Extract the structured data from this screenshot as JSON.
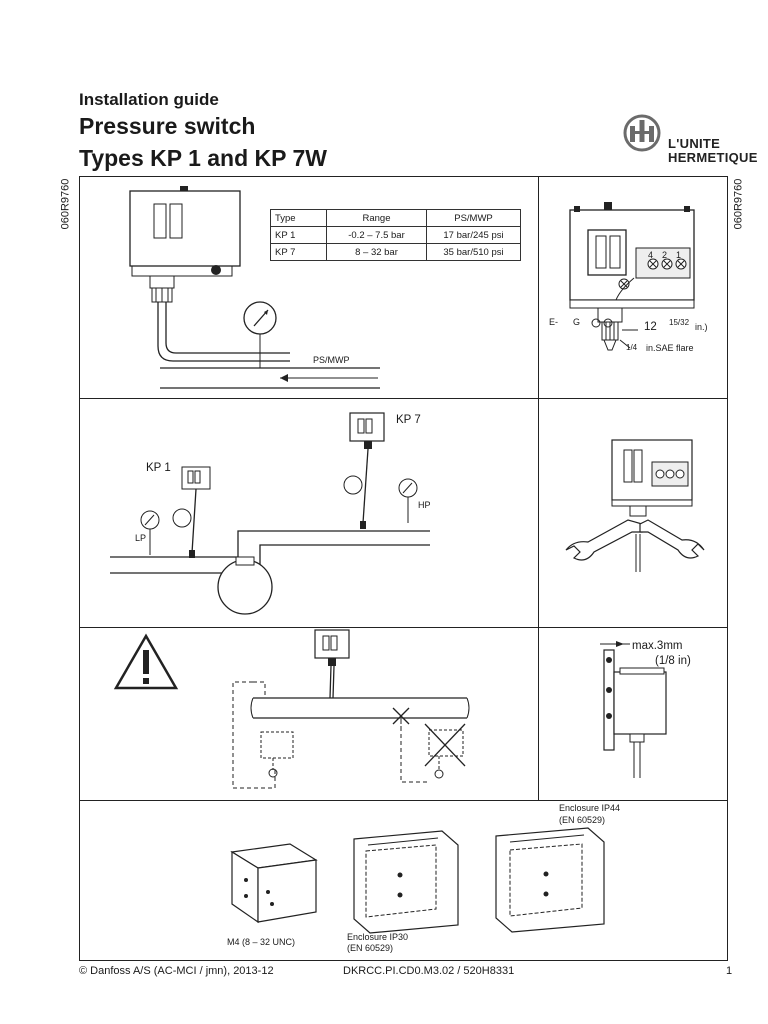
{
  "header": {
    "guide_label": "Installation guide",
    "title_line1": "Pressure switch",
    "title_line2": "Types KP 1 and KP 7W",
    "doc_code": "060R9760"
  },
  "logo": {
    "line1": "L'UNITE",
    "line2": "HERMETIQUE",
    "icon": "lunite-hermetique-logo"
  },
  "spec_table": {
    "headers": [
      "Type",
      "Range",
      "PS/MWP"
    ],
    "rows": [
      [
        "KP 1",
        "-0.2 – 7.5 bar",
        "17 bar/245 psi"
      ],
      [
        "KP 7",
        "8 – 32 bar",
        "35 bar/510 psi"
      ]
    ]
  },
  "diagram_labels": {
    "ps_mwp": "PS/MWP",
    "earth": "E-",
    "ground_g": "G",
    "nut_size": "12",
    "nut_size_frac": "15/32",
    "nut_size_unit": "in.)",
    "flare": "in.SAE flare",
    "flare_frac": "1/4",
    "terminal_4": "4",
    "terminal_2": "2",
    "terminal_1": "1",
    "kp7": "KP 7",
    "kp1": "KP 1",
    "hp": "HP",
    "lp": "LP",
    "max_gap": "max.3mm",
    "max_gap_in": "(1/8 in)",
    "enclosure_ip44": "Enclosure IP44",
    "en_ip44": "(EN 60529)",
    "enclosure_ip30": "Enclosure IP30",
    "en_ip30": "(EN 60529)",
    "m4": "M4 (8 – 32 UNC)"
  },
  "footer": {
    "copyright": "© Danfoss A/S (AC-MCI / jmn), 2013-12",
    "reference": "DKRCC.PI.CD0.M3.02 / 520H8331",
    "page_number": "1"
  }
}
